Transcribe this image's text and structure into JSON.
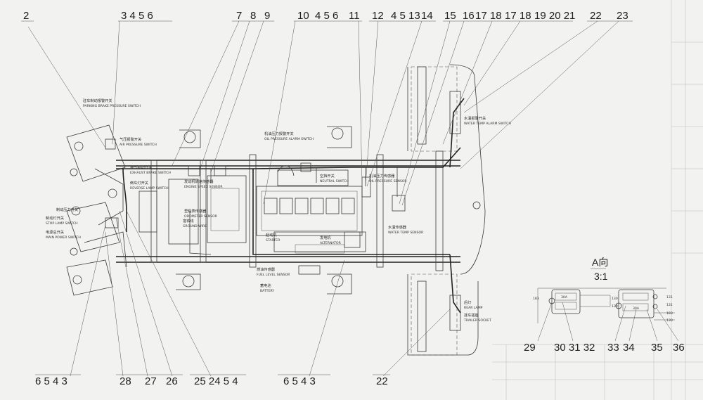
{
  "callouts_top": {
    "c2": "2",
    "c3456": "3 4 5 6",
    "c7": "7",
    "c8": "8",
    "c9": "9",
    "c10": "10",
    "c4561": "4 5 6",
    "c11": "11",
    "c12": "12",
    "c4513": "4 5 13",
    "c14": "14",
    "c15": "15",
    "c16": "16",
    "c1718a": "17 18",
    "c1718b": "17 18",
    "c1921": "19 20 21",
    "c22": "22",
    "c23": "23"
  },
  "callouts_bottom": {
    "b6543a": "6 5 4 3",
    "b28": "28",
    "b27": "27",
    "b26": "26",
    "b25": "25 24 5 4",
    "b6543b": "6 5 4 3",
    "b22": "22",
    "b29": "29",
    "b30": "30 31 32",
    "b33": "33",
    "b34": "34",
    "b35": "35",
    "b36": "36"
  },
  "view_label": {
    "name": "A向",
    "scale": "3:1"
  },
  "labels": {
    "l01": "驻车制动报警开关",
    "l02": "PARKING BRAKE PRESSURE SWITCH",
    "l03": "制动压力开关",
    "l04": "气压报警开关",
    "l05": "AIR PRESSURE SWITCH",
    "l06": "排气制动开关",
    "l07": "EXHAUST BRAKE SWITCH",
    "l08": "发动机转速传感器",
    "l09": "ENGINE SPEED SENSOR",
    "l10": "倒车灯开关",
    "l11": "REVERSE LAMP SWITCH",
    "l12": "里程表传感器",
    "l13": "ODOMETER SENSOR",
    "l14": "机油压力报警开关",
    "l15": "OIL PRESSURE ALARM SWITCH",
    "l16": "空挡开关",
    "l17": "NEUTRAL SWITCH",
    "l18": "机油压力传感器",
    "l19": "OIL PRESSURE SENSOR",
    "l20": "水温报警开关",
    "l21": "WATER TEMP ALARM SWITCH",
    "l22": "水温传感器",
    "l23": "WATER TEMP SENSOR",
    "l24": "起动机",
    "l25": "STARTER",
    "l26": "发电机",
    "l27": "ALTERNATOR",
    "l28": "燃油传感器",
    "l29": "FUEL LEVEL SENSOR",
    "l30": "搭铁线",
    "l31": "GROUND WIRE",
    "l32": "制动灯开关",
    "l33": "STOP LAMP SWITCH",
    "l34": "蓄电池",
    "l35": "BATTERY",
    "l36": "电源总开关",
    "l37": "MAIN POWER SWITCH",
    "l38": "后灯",
    "l39": "REAR LAMP",
    "l40": "挂车插座",
    "l41": "TRAILER SOCKET"
  },
  "fuse_labels": {
    "f1": "183",
    "f2": "30A",
    "f3": "130",
    "f4": "130",
    "f5": "131",
    "f6": "131",
    "f7": "30A",
    "f8": "183",
    "f9": "130"
  }
}
